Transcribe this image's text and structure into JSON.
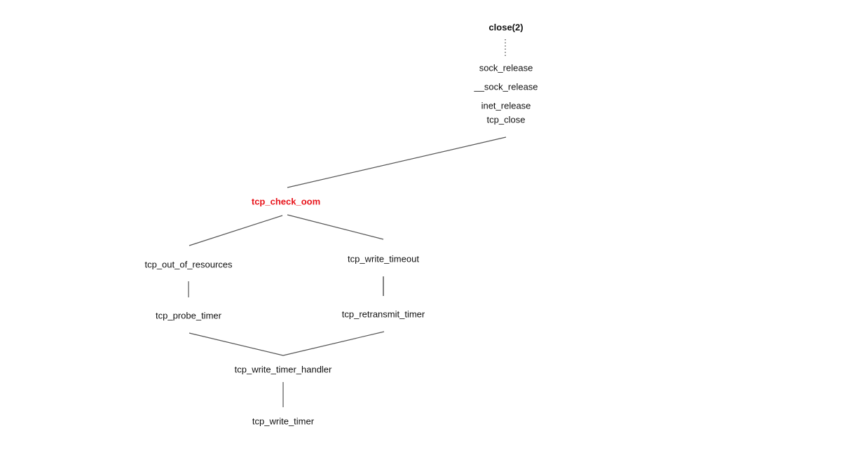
{
  "diagram": {
    "nodes": {
      "close": "close(2)",
      "sock_release": "sock_release",
      "__sock_release": "__sock_release",
      "inet_release": "inet_release",
      "tcp_close": "tcp_close",
      "tcp_check_oom": "tcp_check_oom",
      "tcp_out_of_resources": "tcp_out_of_resources",
      "tcp_write_timeout": "tcp_write_timeout",
      "tcp_probe_timer": "tcp_probe_timer",
      "tcp_retransmit_timer": "tcp_retransmit_timer",
      "tcp_write_timer_handler": "tcp_write_timer_handler",
      "tcp_write_timer": "tcp_write_timer"
    },
    "colors": {
      "highlight": "#e8141b",
      "arrow": "#555555",
      "text": "#111111"
    }
  }
}
